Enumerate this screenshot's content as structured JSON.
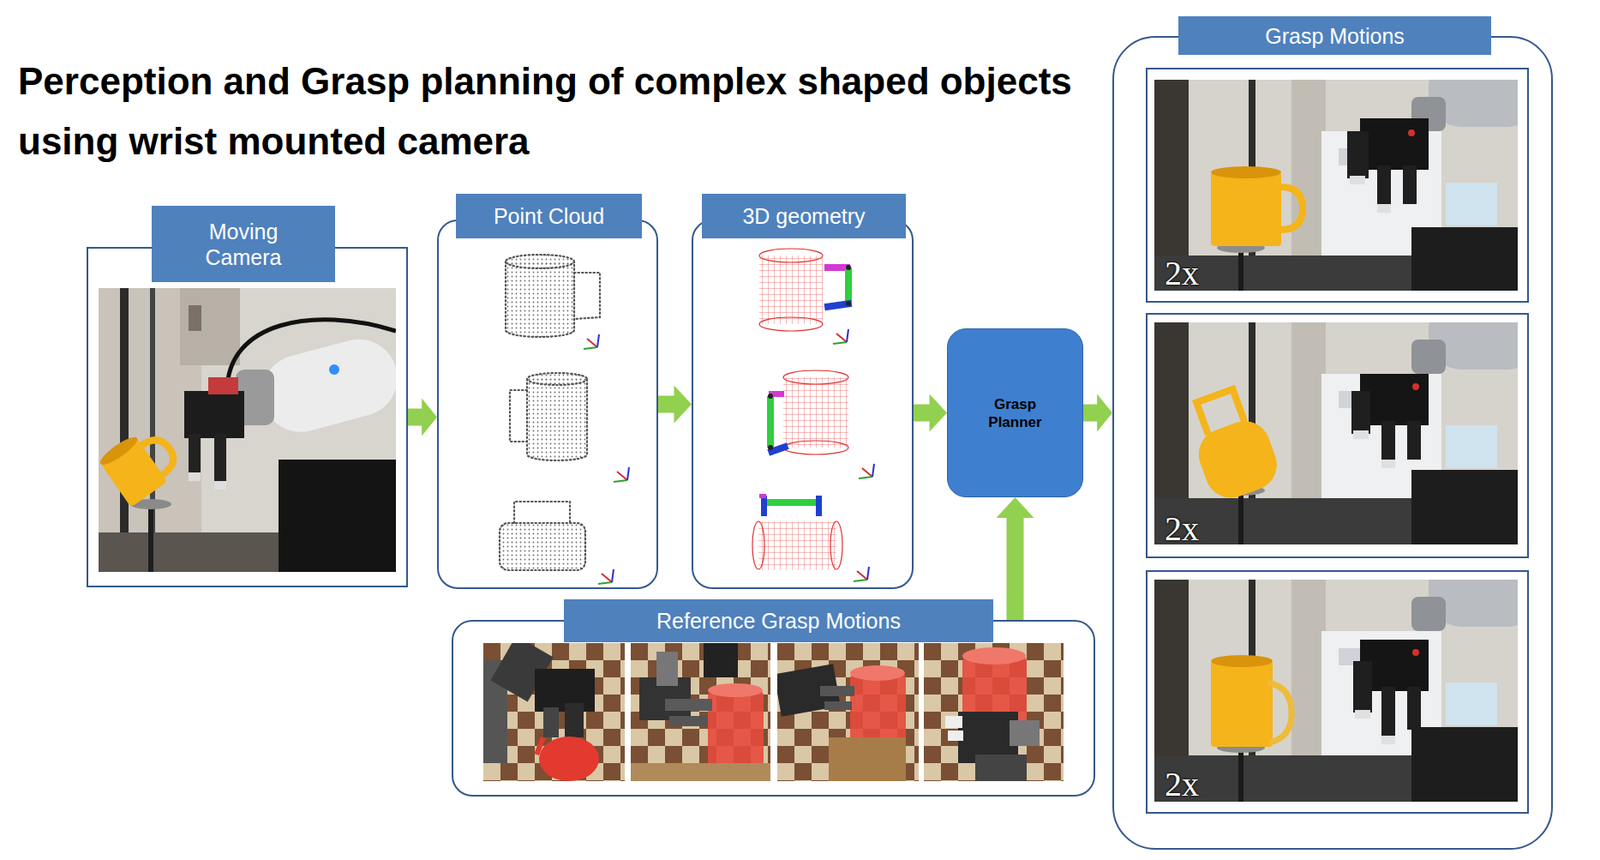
{
  "diagram": {
    "title": "Perception and Grasp planning of complex shaped objects using wrist mounted camera",
    "nodes": [
      {
        "text": [
          "Moving Camera"
        ]
      },
      {
        "text": [
          "Point Cloud"
        ]
      },
      {
        "text": [
          "3D geometry"
        ]
      },
      {
        "text": [
          "Grasp Planner"
        ]
      },
      {
        "text": [
          "Reference Grasp Motions"
        ]
      },
      {
        "text": [
          "Grasp Motions"
        ]
      },
      {
        "text": [
          "2x"
        ],
        "in": 5
      },
      {
        "text": [
          "2x"
        ],
        "in": 5
      },
      {
        "text": [
          "2x"
        ],
        "in": 5
      }
    ],
    "edges": [
      {
        "from": 0,
        "to": 1,
        "arrow": "to"
      },
      {
        "from": 1,
        "to": 2,
        "arrow": "to"
      },
      {
        "from": 2,
        "to": 3,
        "arrow": "to"
      },
      {
        "from": 4,
        "to": 3,
        "arrow": "to"
      },
      {
        "from": 3,
        "to": 5,
        "arrow": "to"
      }
    ]
  }
}
